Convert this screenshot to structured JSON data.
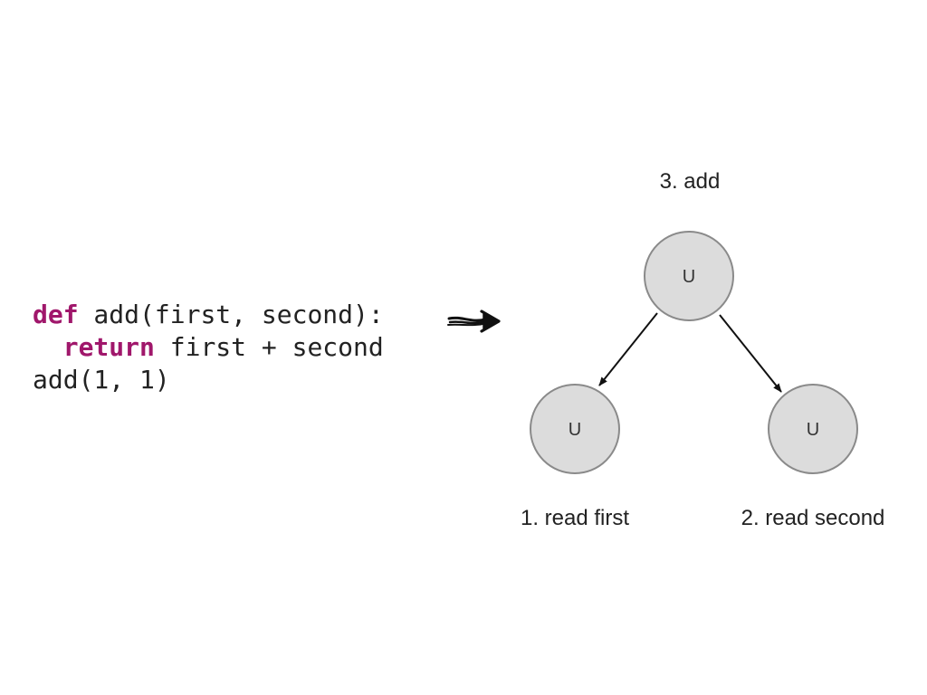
{
  "code": {
    "line1_keyword": "def",
    "line1_rest": " add(first, second):",
    "line2_indent": "  ",
    "line2_keyword": "return",
    "line2_rest": " first + second",
    "line3": "add(1, 1)"
  },
  "nodes": {
    "top": {
      "label": "U"
    },
    "left": {
      "label": "U"
    },
    "right": {
      "label": "U"
    }
  },
  "steps": {
    "add": "3. add",
    "read_first": "1. read first",
    "read_second": "2. read second"
  },
  "colors": {
    "keyword": "#a0176b",
    "code_text": "#222222",
    "node_fill": "#dcdcdc",
    "node_stroke": "#8a8a8a",
    "edge": "#111111"
  },
  "icons": {
    "transform_arrow": "hand-drawn-right-arrow"
  }
}
